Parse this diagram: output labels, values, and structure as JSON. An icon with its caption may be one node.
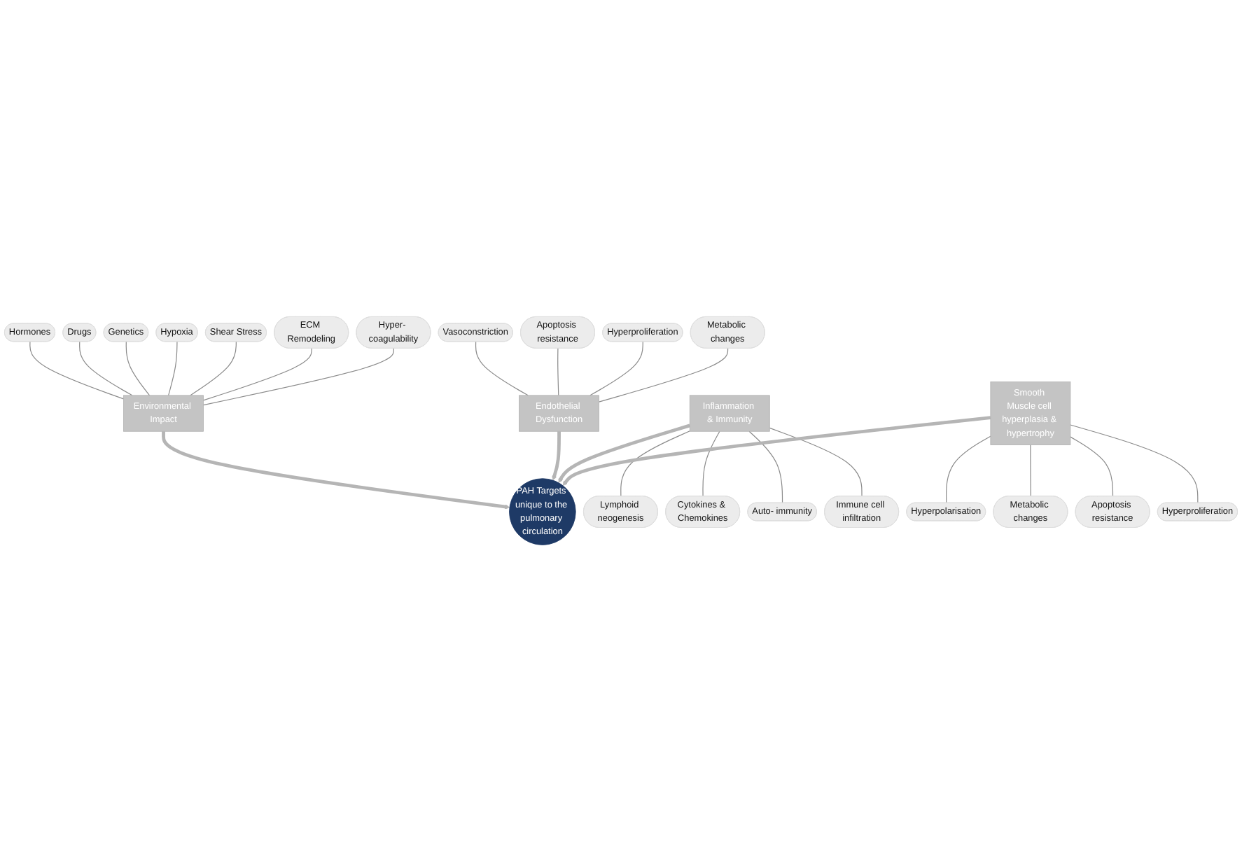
{
  "diagram": {
    "nodes": [
      {
        "text": [
          "Hormones"
        ]
      },
      {
        "text": [
          "Drugs"
        ]
      },
      {
        "text": [
          "Genetics"
        ]
      },
      {
        "text": [
          "Hypoxia"
        ]
      },
      {
        "text": [
          "Shear Stress"
        ]
      },
      {
        "text": [
          "ECM Remodeling"
        ]
      },
      {
        "text": [
          "Hyper- coagulability"
        ]
      },
      {
        "text": [
          "Environmental Impact"
        ]
      },
      {
        "text": [
          "Vasoconstriction"
        ]
      },
      {
        "text": [
          "Apoptosis resistance"
        ]
      },
      {
        "text": [
          "Hyperproliferation"
        ]
      },
      {
        "text": [
          "Metabolic changes"
        ]
      },
      {
        "text": [
          "Endothelial Dysfunction"
        ]
      },
      {
        "text": [
          "PAH Targets unique to the pulmonary circulation"
        ]
      },
      {
        "text": [
          "Inflammation & Immunity"
        ]
      },
      {
        "text": [
          "Lymphoid neogenesis"
        ]
      },
      {
        "text": [
          "Cytokines & Chemokines"
        ]
      },
      {
        "text": [
          "Auto- immunity"
        ]
      },
      {
        "text": [
          "Immune cell infiltration"
        ]
      },
      {
        "text": [
          "Smooth Muscle cell hyperplasia & hypertrophy"
        ]
      },
      {
        "text": [
          "Hyperpolarisation"
        ]
      },
      {
        "text": [
          "Metabolic changes"
        ]
      },
      {
        "text": [
          "Apoptosis resistance"
        ]
      },
      {
        "text": [
          "Hyperproliferation"
        ]
      }
    ],
    "edges": [
      {
        "from": 0,
        "to": 7,
        "arrow": "none"
      },
      {
        "from": 1,
        "to": 7,
        "arrow": "none"
      },
      {
        "from": 2,
        "to": 7,
        "arrow": "none"
      },
      {
        "from": 3,
        "to": 7,
        "arrow": "none"
      },
      {
        "from": 4,
        "to": 7,
        "arrow": "none"
      },
      {
        "from": 5,
        "to": 7,
        "arrow": "none"
      },
      {
        "from": 6,
        "to": 7,
        "arrow": "none"
      },
      {
        "from": 8,
        "to": 12,
        "arrow": "none"
      },
      {
        "from": 9,
        "to": 12,
        "arrow": "none"
      },
      {
        "from": 10,
        "to": 12,
        "arrow": "none"
      },
      {
        "from": 11,
        "to": 12,
        "arrow": "none"
      },
      {
        "from": 15,
        "to": 14,
        "arrow": "none"
      },
      {
        "from": 16,
        "to": 14,
        "arrow": "none"
      },
      {
        "from": 17,
        "to": 14,
        "arrow": "none"
      },
      {
        "from": 18,
        "to": 14,
        "arrow": "none"
      },
      {
        "from": 20,
        "to": 19,
        "arrow": "none"
      },
      {
        "from": 21,
        "to": 19,
        "arrow": "none"
      },
      {
        "from": 22,
        "to": 19,
        "arrow": "none"
      },
      {
        "from": 23,
        "to": 19,
        "arrow": "none"
      },
      {
        "from": 7,
        "to": 13,
        "arrow": "to",
        "style": "thick"
      },
      {
        "from": 12,
        "to": 13,
        "arrow": "to",
        "style": "thick"
      },
      {
        "from": 14,
        "to": 13,
        "arrow": "to",
        "style": "thick"
      },
      {
        "from": 19,
        "to": 13,
        "arrow": "to",
        "style": "thick"
      }
    ]
  }
}
